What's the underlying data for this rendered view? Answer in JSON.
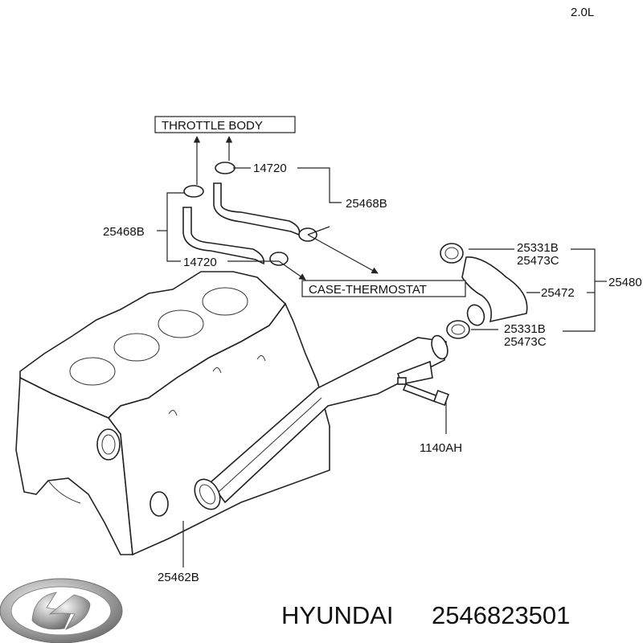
{
  "engine": "2.0L",
  "labels": {
    "throttle_body": "THROTTLE BODY",
    "case_thermostat": "CASE-THERMOSTAT",
    "clamp_upper": "14720",
    "clamp_lower": "14720",
    "hose_upper": "25468B",
    "hose_lower": "25468B",
    "clamp_top": "25331B",
    "clamp_top_alt": "25473C",
    "hose_main": "25472",
    "group_right": "25480",
    "clamp_bottom": "25331B",
    "clamp_bottom_alt": "25473C",
    "bolt": "1140AH",
    "pipe": "25462B"
  },
  "footer": {
    "brand": "HYUNDAI",
    "part_number": "2546823501"
  },
  "icons": {
    "logo": "hyundai-logo-icon"
  }
}
